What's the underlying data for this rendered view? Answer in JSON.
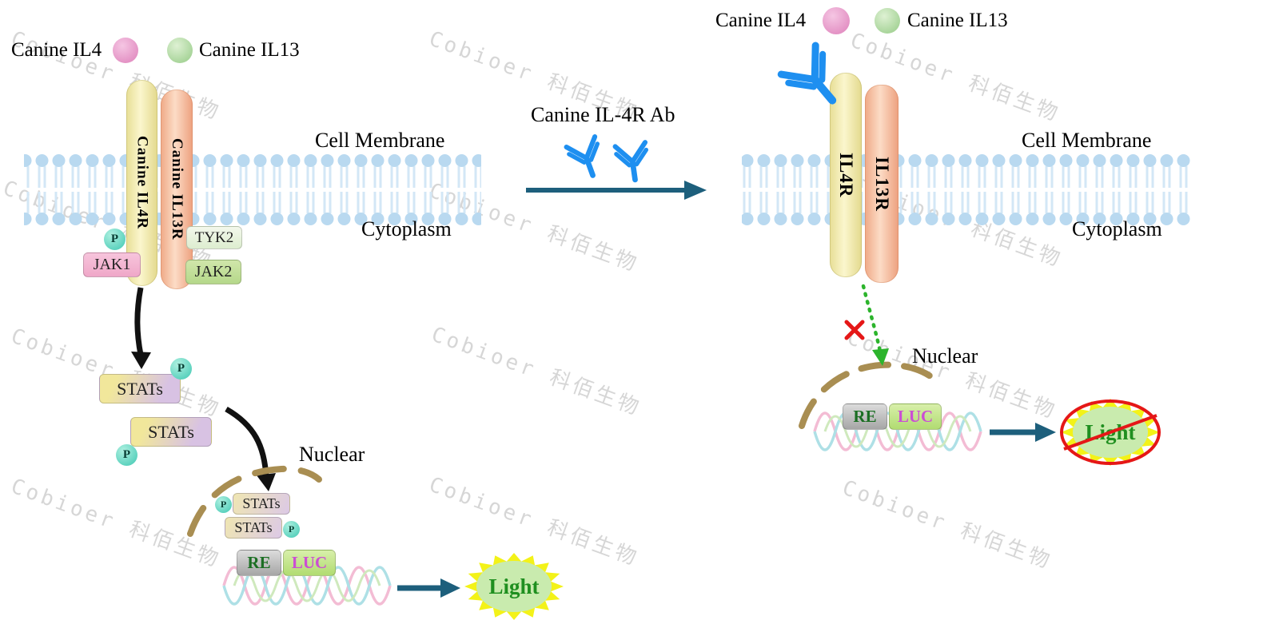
{
  "watermark": {
    "text": "Cobioer 科佰生物"
  },
  "labels": {
    "p": "P"
  },
  "left": {
    "legend": {
      "il4": "Canine IL4",
      "il13": "Canine IL13"
    },
    "membrane_label": "Cell Membrane",
    "cytoplasm_label": "Cytoplasm",
    "il4r": "Canine IL4R",
    "il13r": "Canine IL13R",
    "jak1": "JAK1",
    "tyk2": "TYK2",
    "jak2": "JAK2",
    "stats_a": "STATs",
    "stats_b": "STATs",
    "nuclear_label": "Nuclear",
    "nuc_stats_a": "STATs",
    "nuc_stats_b": "STATs",
    "re": "RE",
    "luc": "LUC",
    "light": "Light"
  },
  "middle": {
    "antibody_label": "Canine IL-4R Ab"
  },
  "right": {
    "legend": {
      "il4": "Canine IL4",
      "il13": "Canine IL13"
    },
    "membrane_label": "Cell Membrane",
    "cytoplasm_label": "Cytoplasm",
    "il4r": "IL4R",
    "il13r": "IL13R",
    "nuclear_label": "Nuclear",
    "re": "RE",
    "luc": "LUC",
    "light": "Light"
  },
  "colors": {
    "il4_ligand_pink": "#e493c5",
    "il13_ligand_green": "#a9d59b",
    "membrane_blue": "#b9d9f0",
    "antibody_blue": "#1e8ff0",
    "arrow_teal": "#1d5f7c",
    "signal_black": "#111111",
    "blocked_green": "#2cb42c",
    "prohibit_red": "#e51717",
    "nuclear_envelope_brown": "#a98e52",
    "star_yellow": "#f3f218",
    "star_inner_green": "#c9ebae",
    "light_text_green": "#1f8f1f"
  }
}
